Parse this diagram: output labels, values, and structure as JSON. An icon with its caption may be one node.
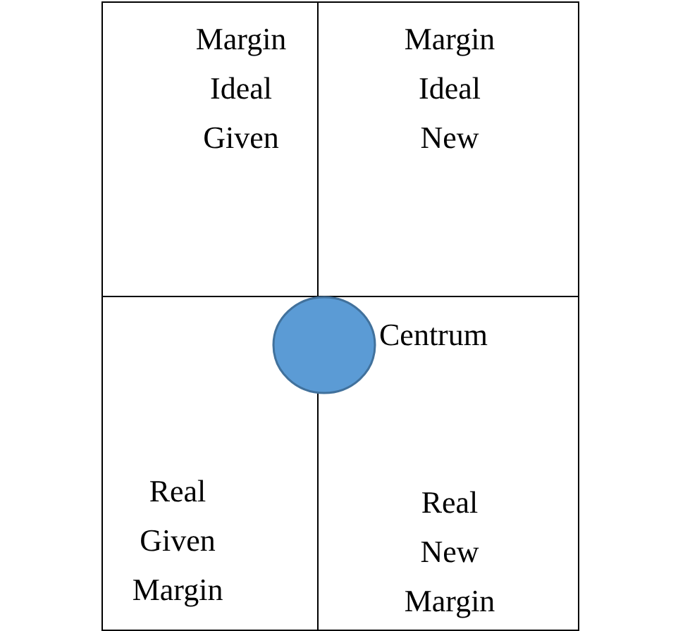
{
  "diagram": {
    "nodes": [
      {
        "text": [
          "Margin Ideal Given"
        ]
      },
      {
        "text": [
          "Margin Ideal New"
        ]
      },
      {
        "text": [
          "Real Given Margin"
        ]
      },
      {
        "text": [
          "Real New Margin"
        ]
      },
      {
        "text": [],
        "shape": "circle",
        "beside": [
          "Centrum"
        ]
      }
    ]
  }
}
